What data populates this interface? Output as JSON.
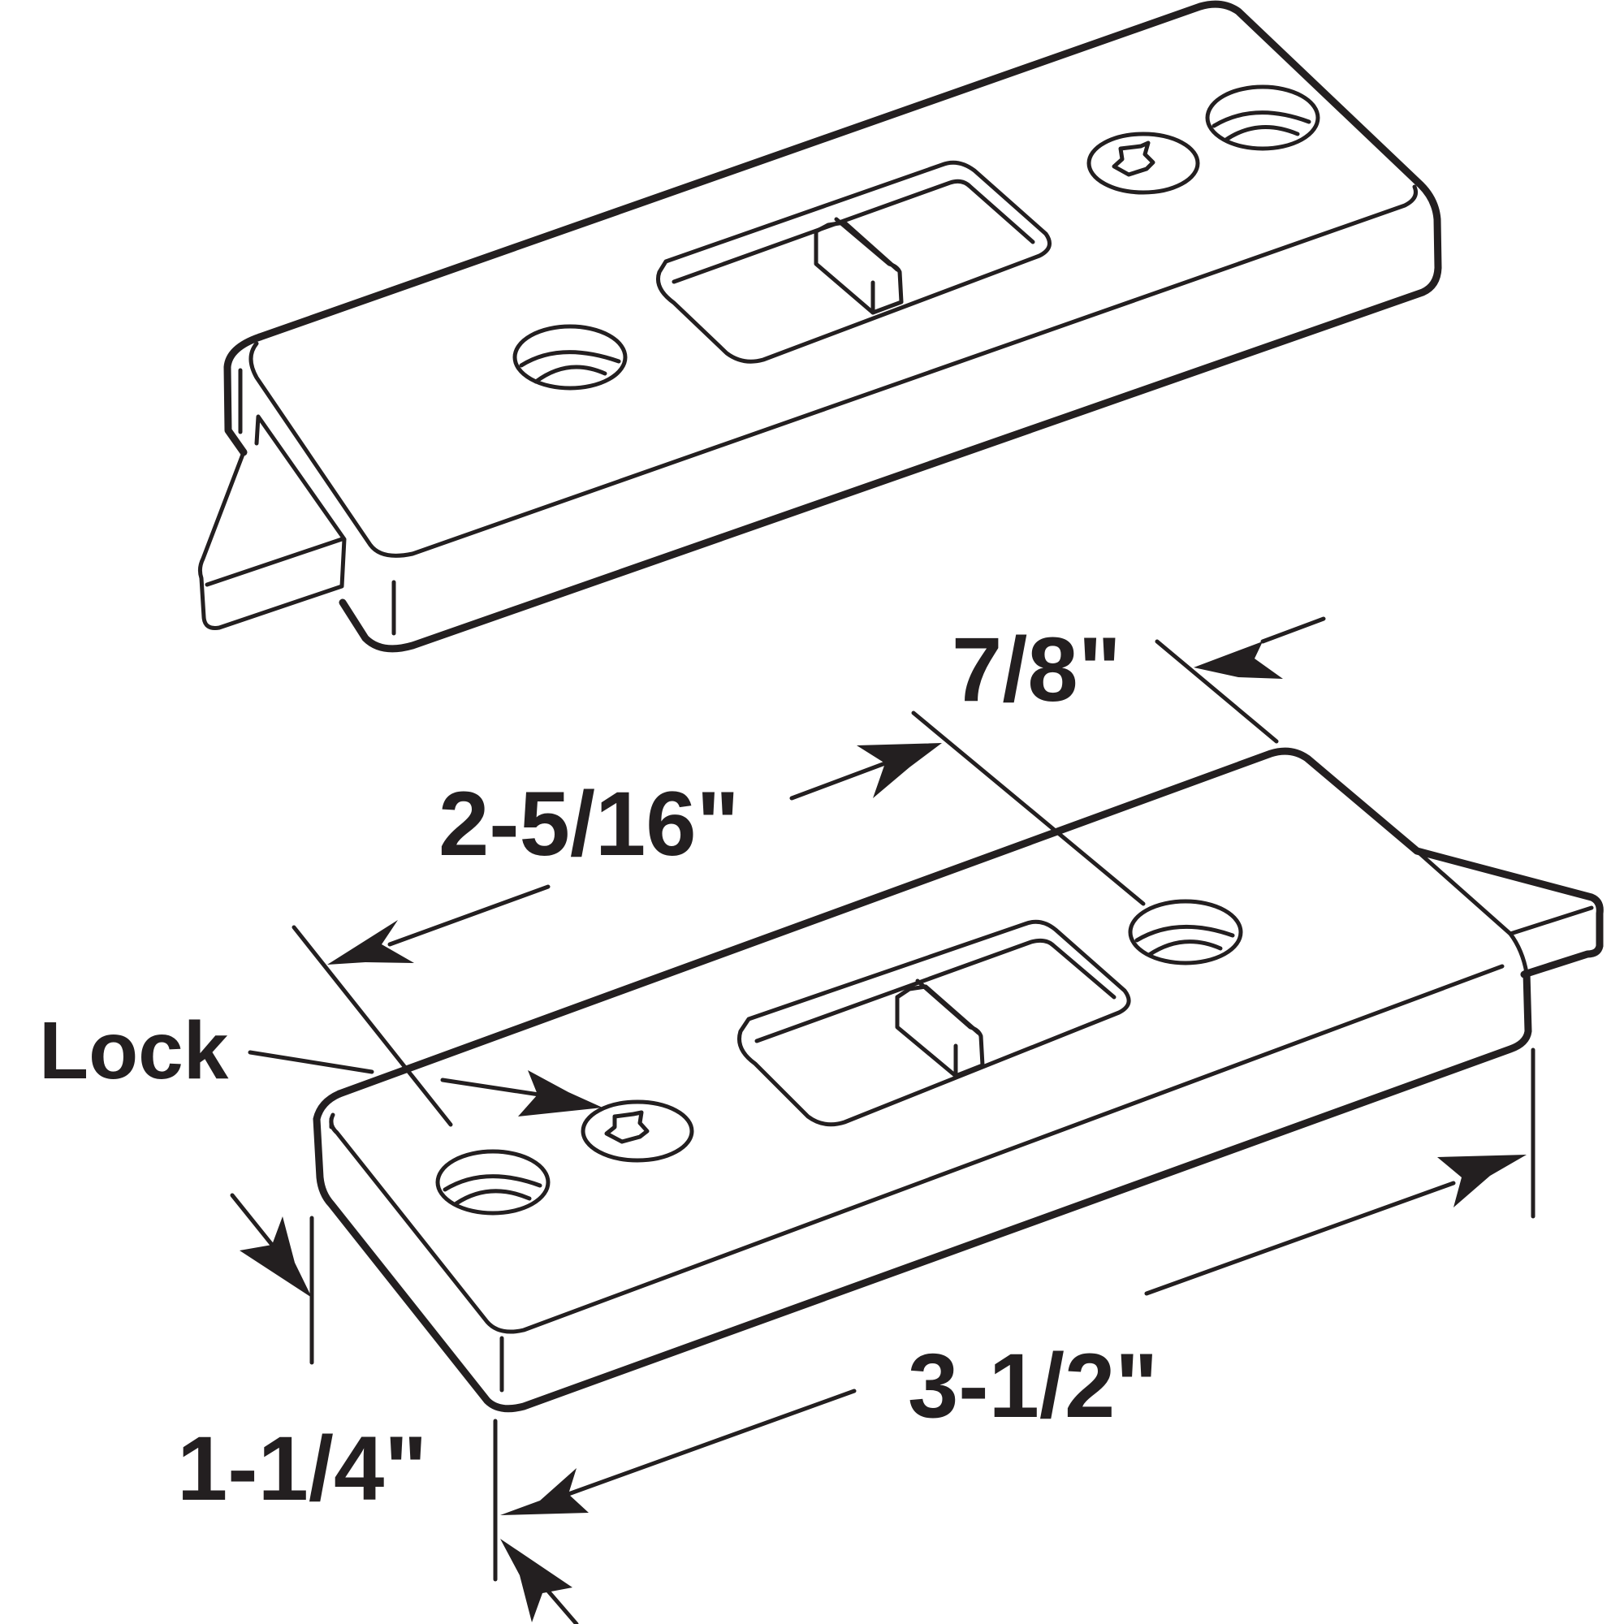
{
  "labels": {
    "dim_width": "7/8\"",
    "dim_hole_spacing": "2-5/16\"",
    "callout_lock": "Lock",
    "dim_length": "3-1/2\"",
    "dim_height": "1-1/4\""
  },
  "colors": {
    "ink": "#231f20",
    "background": "#ffffff"
  }
}
